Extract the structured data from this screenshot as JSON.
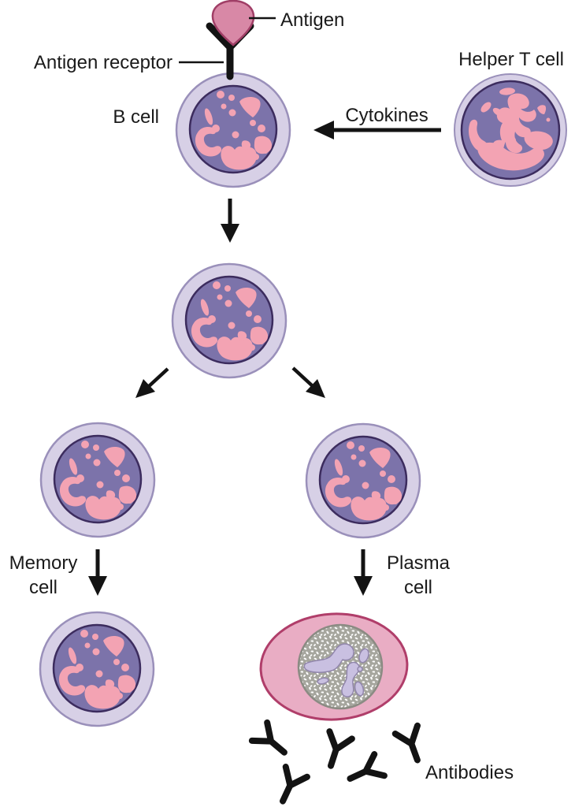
{
  "labels": {
    "antigen": "Antigen",
    "antigen_receptor": "Antigen receptor",
    "b_cell": "B cell",
    "helper_t_cell": "Helper T cell",
    "cytokines": "Cytokines",
    "memory_line1": "Memory",
    "memory_line2": "cell",
    "plasma_line1": "Plasma",
    "plasma_line2": "cell",
    "antibodies": "Antibodies"
  },
  "colors": {
    "background": "#ffffff",
    "text": "#1a1a1a",
    "ink": "#131313",
    "cell_outer_fill": "#d7d0e6",
    "cell_outer_stroke": "#9a90ba",
    "nucleus_fill": "#7c73aa",
    "nucleus_stroke": "#3c2c5e",
    "blob_pink": "#f3a3b3",
    "antigen_fill": "#d888a6",
    "antigen_stroke": "#a03e66",
    "plasma_fill": "#e9adc4",
    "plasma_stroke": "#b03e6a",
    "plasma_nucleus_fill": "#a6a69e",
    "plasma_nucleus_stroke": "#8b8b83",
    "plasma_nucleus_speckle": "#ffffff",
    "plasma_blob_fill": "#c9c0e1",
    "plasma_blob_stroke": "#9186ab"
  }
}
